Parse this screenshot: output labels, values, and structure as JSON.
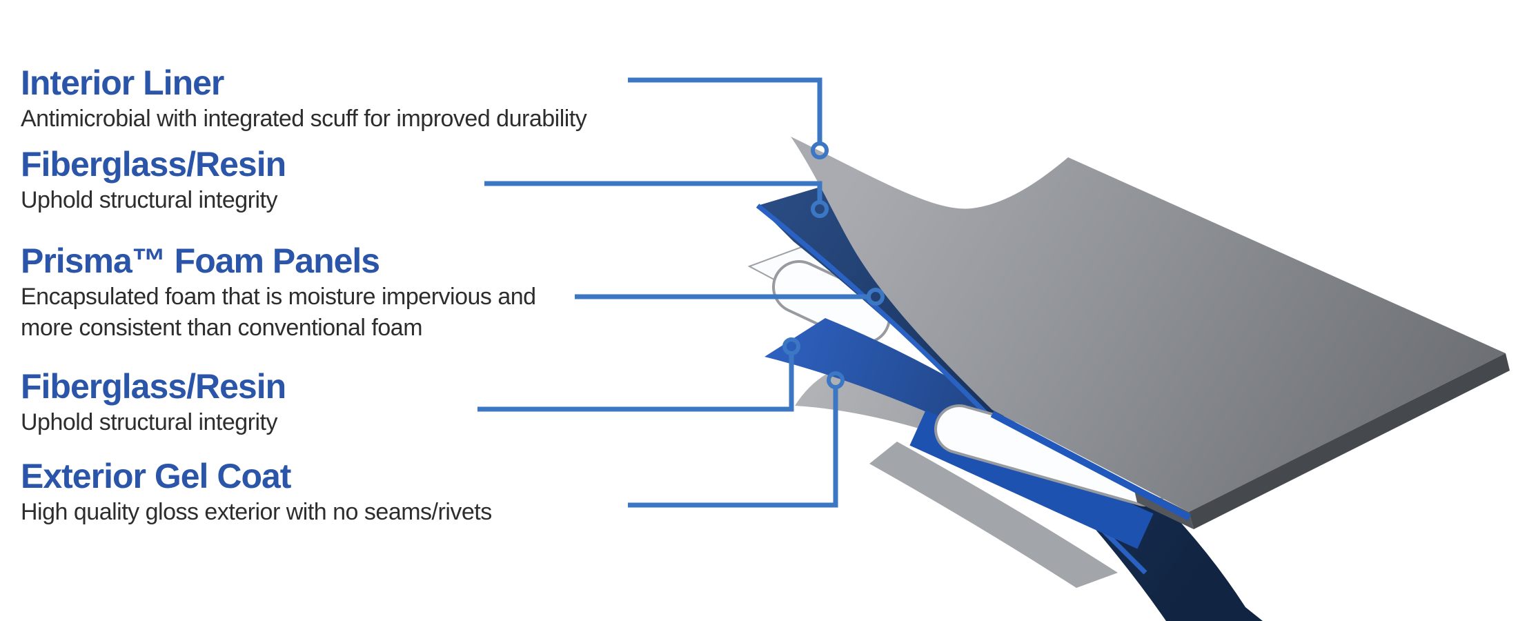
{
  "page": {
    "background": "#ffffff"
  },
  "diagram": {
    "accent_blue": "#2a55a8",
    "leader_blue": "#3b77c3",
    "labels": [
      {
        "heading": "Interior Liner",
        "lines": [
          "Antimicrobial with integrated scuff for improved durability"
        ]
      },
      {
        "heading": "Fiberglass/Resin",
        "lines": [
          "Uphold structural integrity"
        ]
      },
      {
        "heading": "Prisma™ Foam Panels",
        "lines": [
          "Encapsulated foam that is moisture impervious and",
          "more consistent than conventional foam"
        ]
      },
      {
        "heading": "Fiberglass/Resin",
        "lines": [
          "Uphold structural integrity"
        ]
      },
      {
        "heading": "Exterior Gel Coat",
        "lines": [
          "High quality gloss exterior with no seams/rivets"
        ]
      }
    ],
    "layers": [
      {
        "name": "interior-liner",
        "color": "#8f9297"
      },
      {
        "name": "fiberglass-resin-top",
        "color": "#1c3763"
      },
      {
        "name": "prisma-foam-panel",
        "color": "#ffffff"
      },
      {
        "name": "fiberglass-resin-bottom",
        "color": "#2d60c0"
      },
      {
        "name": "exterior-gel-coat",
        "color": "#9fa2a6"
      }
    ]
  }
}
